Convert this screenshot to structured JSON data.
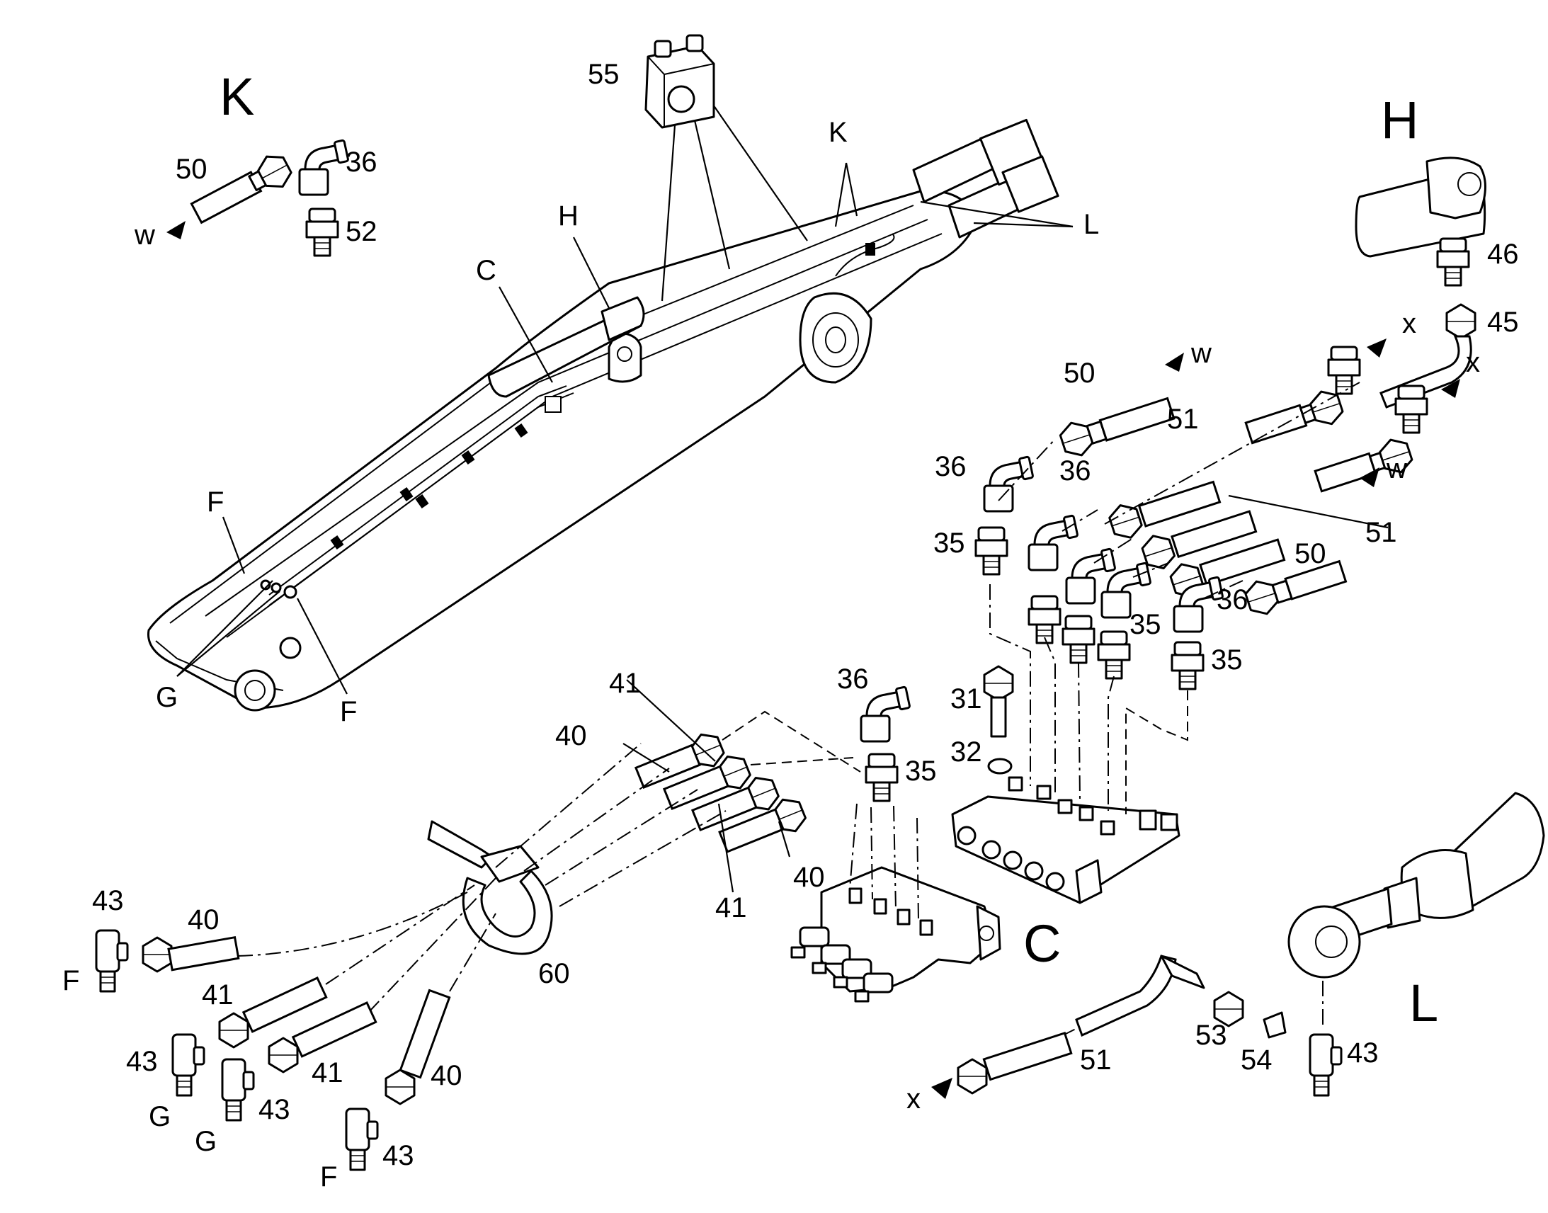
{
  "sections": {
    "K": "K",
    "H": "H",
    "C": "C",
    "L": "L"
  },
  "boom": {
    "labels": {
      "K": "K",
      "H": "H",
      "C": "C",
      "F_top": "F",
      "F_bottom": "F",
      "G": "G",
      "L": "L"
    }
  },
  "parts": {
    "p31": "31",
    "p32": "32",
    "p35": "35",
    "p36": "36",
    "p40": "40",
    "p41": "41",
    "p43": "43",
    "p45": "45",
    "p46": "46",
    "p50": "50",
    "p51": "51",
    "p52": "52",
    "p53": "53",
    "p54": "54",
    "p55": "55",
    "p60": "60"
  },
  "flow": {
    "w": "w",
    "x": "x"
  },
  "ends": {
    "F": "F",
    "G": "G"
  }
}
